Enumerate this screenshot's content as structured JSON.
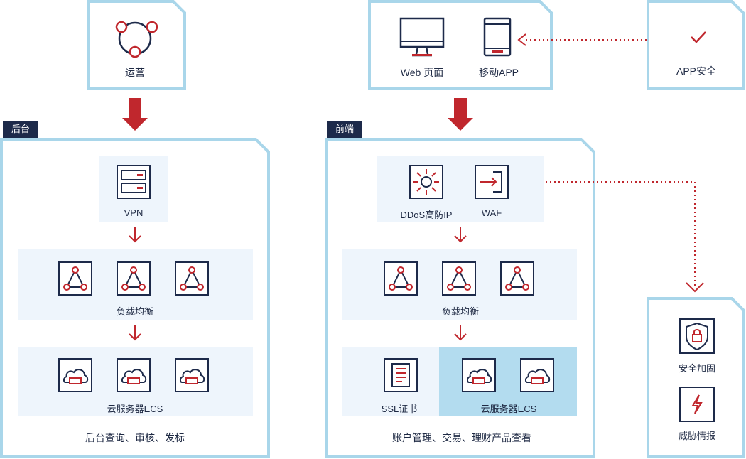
{
  "colors": {
    "navy": "#1d2a4a",
    "red": "#c0272d",
    "frame_blue": "#a9d6ea",
    "panel_bg": "#eef5fc",
    "highlight": "#b3dcef"
  },
  "top": {
    "operations": {
      "label": "运营",
      "icon": "share-nodes-icon"
    },
    "clients": {
      "web_label": "Web 页面",
      "web_icon": "monitor-icon",
      "mobile_label": "移动APP",
      "mobile_icon": "tablet-icon"
    },
    "app_security": {
      "label": "APP安全",
      "icon": "checkmark-icon"
    }
  },
  "backend": {
    "tag": "后台",
    "vpn": {
      "label": "VPN",
      "icon": "server-icon"
    },
    "load_balancer": {
      "label": "负载均衡",
      "icon": "triangle-network-icon",
      "count": 3
    },
    "ecs": {
      "label": "云服务器ECS",
      "icon": "cloud-icon",
      "count": 3
    },
    "footer": "后台查询、审核、发标"
  },
  "frontend": {
    "tag": "前端",
    "ddos": {
      "label": "DDoS高防IP",
      "icon": "sun-shield-icon"
    },
    "waf": {
      "label": "WAF",
      "icon": "login-arrow-icon"
    },
    "load_balancer": {
      "label": "负载均衡",
      "icon": "triangle-network-icon",
      "count": 3
    },
    "ssl": {
      "label": "SSL证书",
      "icon": "document-icon"
    },
    "ecs": {
      "label": "云服务器ECS",
      "icon": "cloud-icon",
      "count": 2
    },
    "footer": "账户管理、交易、理财产品查看"
  },
  "side": {
    "hardening": {
      "label": "安全加固",
      "icon": "shield-lock-icon"
    },
    "threat_intel": {
      "label": "威胁情报",
      "icon": "lightning-icon"
    }
  }
}
